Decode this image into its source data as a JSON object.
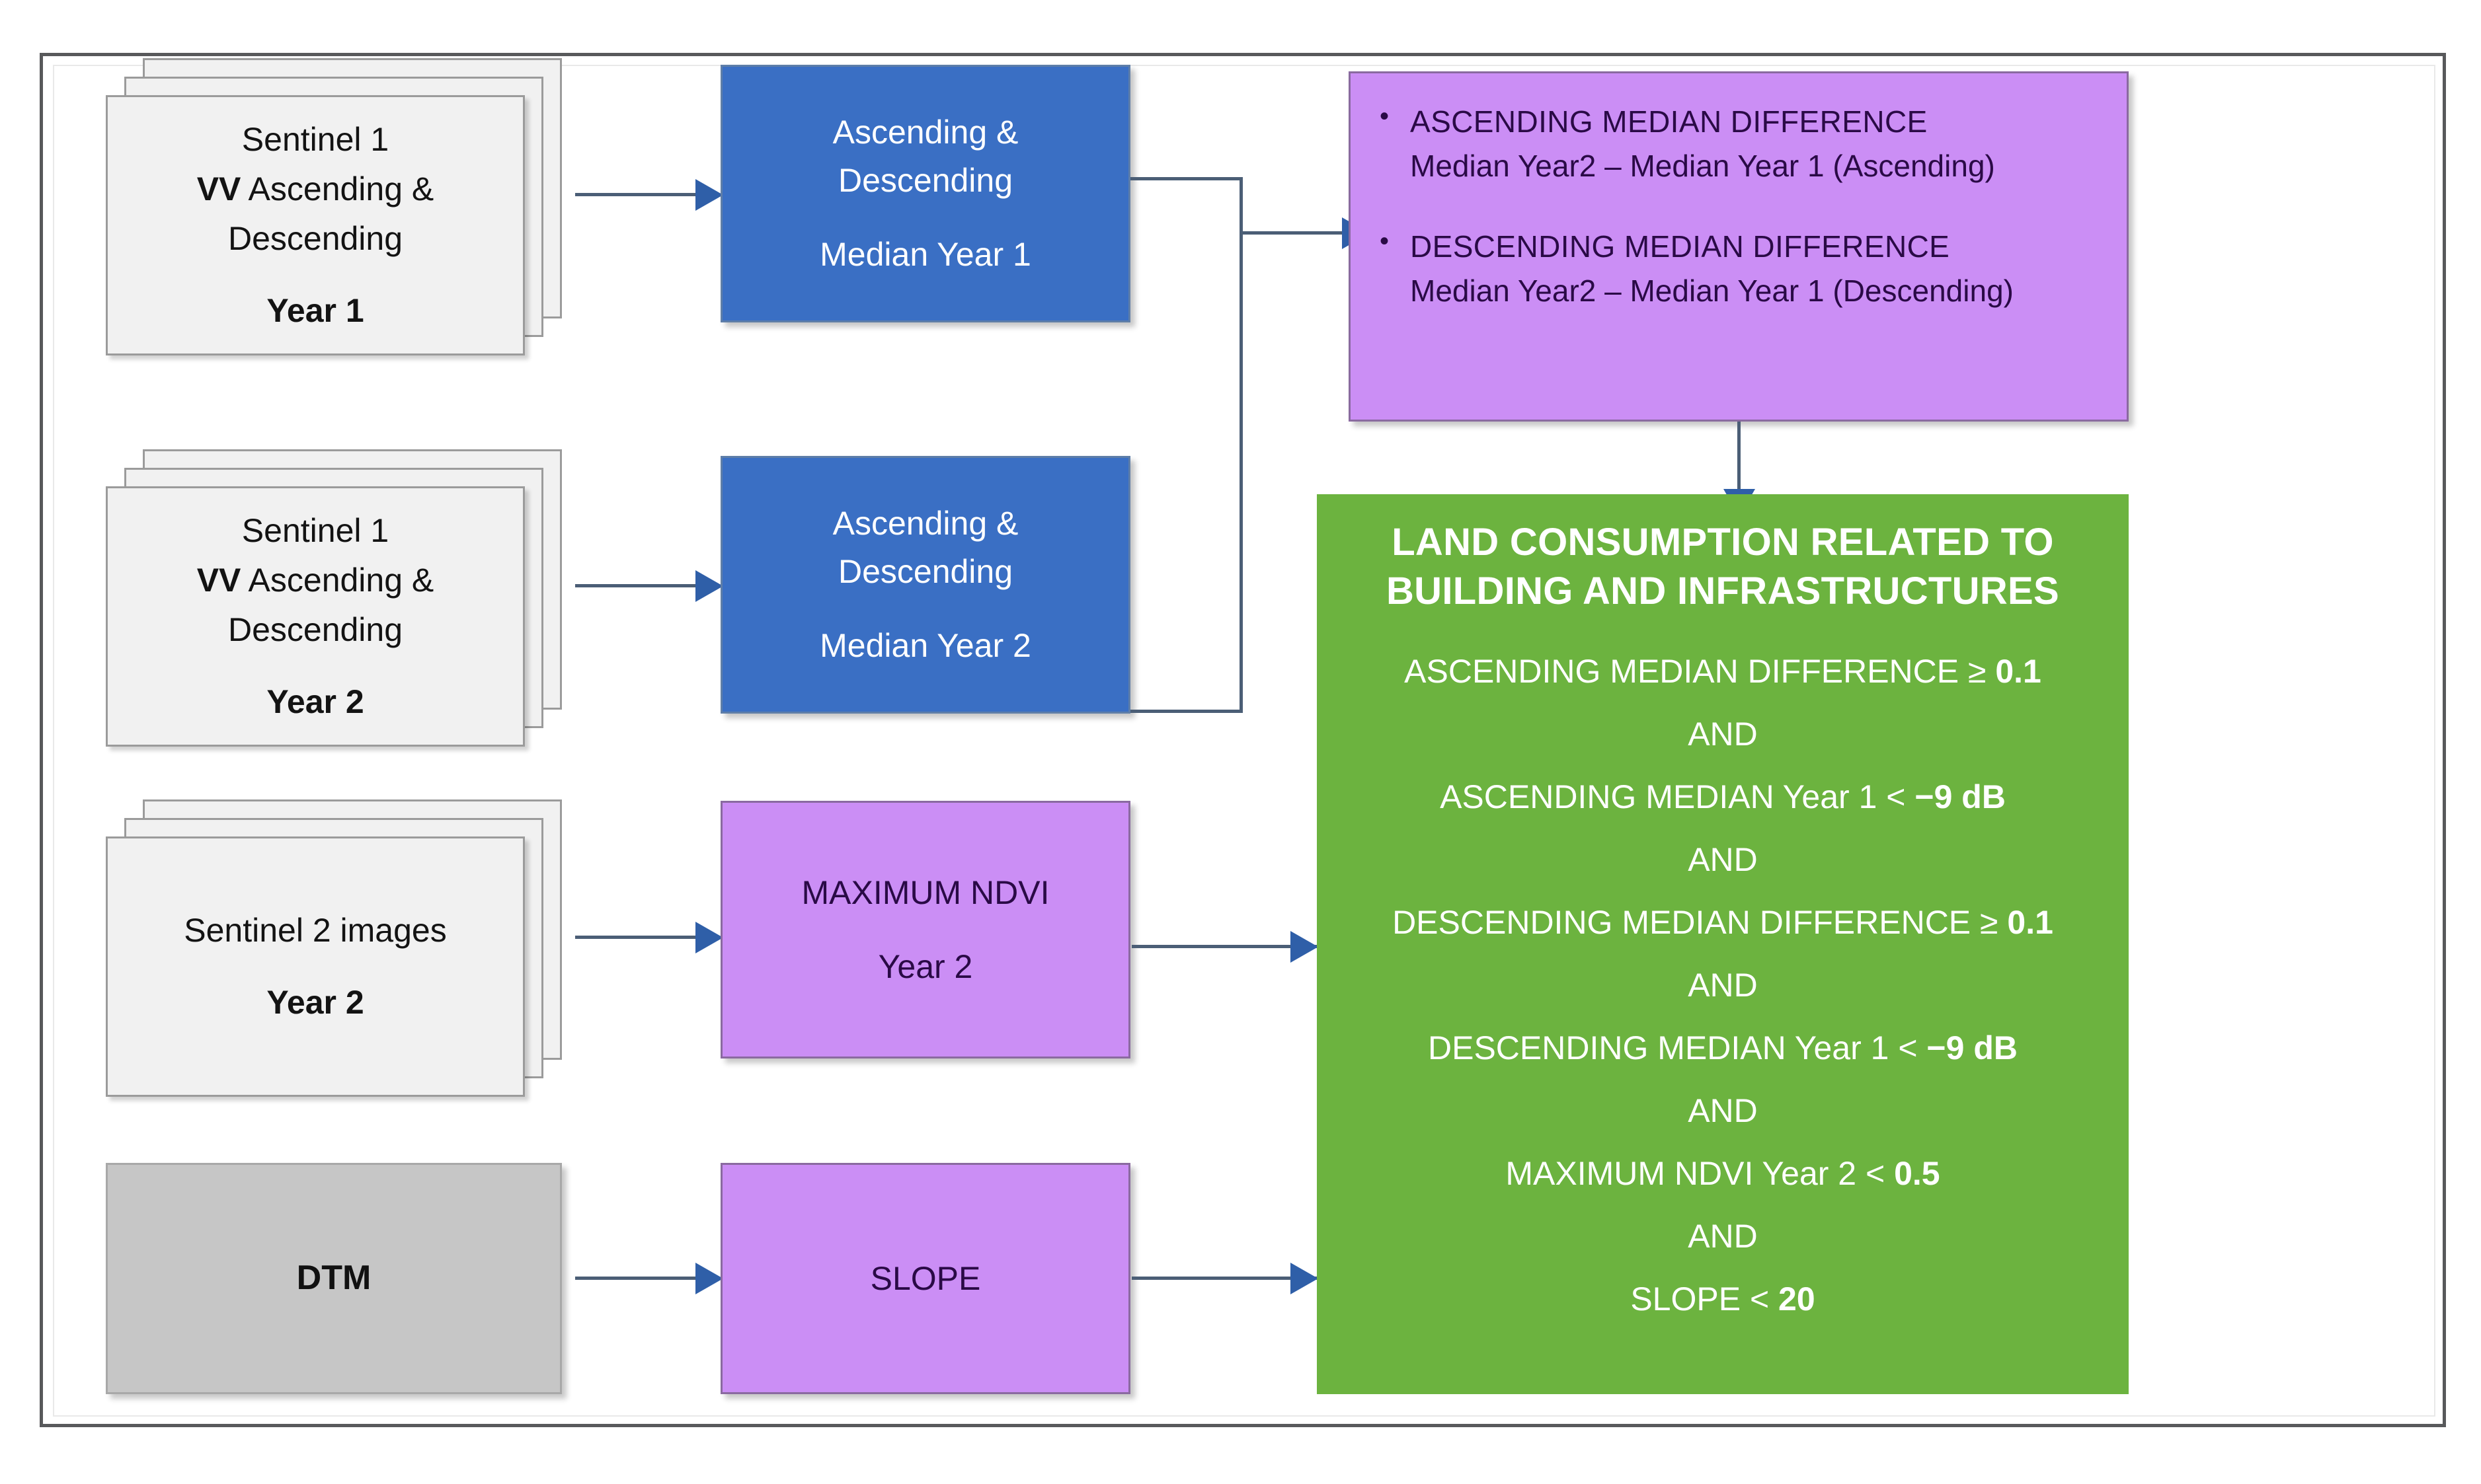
{
  "diagram": {
    "title": "Land consumption methodology flowchart",
    "colors": {
      "frame_border": "#58595b",
      "source_fill": "#f1f1f1",
      "source_border": "#9b9b9b",
      "median_fill": "#3a6fc4",
      "violet_fill": "#cb8ef5",
      "violet_border": "#8a6aa0",
      "dtm_fill": "#c6c6c6",
      "result_fill": "#6cb33f",
      "connector": "#4b5e76",
      "arrowhead": "#2f5fa8"
    }
  },
  "sources": {
    "sentinel1_year1": {
      "line1": "Sentinel 1",
      "line2_bold": "VV",
      "line2_rest": " Ascending  &",
      "line3": "Descending",
      "line4": "Year 1"
    },
    "sentinel1_year2": {
      "line1": "Sentinel 1",
      "line2_bold": "VV",
      "line2_rest": " Ascending  &",
      "line3": "Descending",
      "line4": "Year 2"
    },
    "sentinel2_year2": {
      "line1": "Sentinel 2 images",
      "line4": "Year 2"
    },
    "dtm": {
      "label": "DTM"
    }
  },
  "processes": {
    "median_year1": {
      "line1": "Ascending &",
      "line2": "Descending",
      "line3": "Median Year 1"
    },
    "median_year2": {
      "line1": "Ascending &",
      "line2": "Descending",
      "line3": "Median Year 2"
    },
    "max_ndvi": {
      "line1": "MAXIMUM NDVI",
      "line2": "Year 2"
    },
    "slope": {
      "line1": "SLOPE"
    }
  },
  "difference_panel": {
    "bullets": [
      {
        "marker": "•",
        "line1": "ASCENDING MEDIAN DIFFERENCE",
        "line2": "Median Year2 –  Median Year 1 (Ascending)"
      },
      {
        "marker": "•",
        "line1": " DESCENDING MEDIAN DIFFERENCE",
        "line2": "Median Year2 – Median Year 1 (Descending)"
      }
    ]
  },
  "result_panel": {
    "title_line1": "LAND CONSUMPTION RELATED TO",
    "title_line2": "BUILDING  AND INFRASTRUCTURES",
    "conjunction": "AND",
    "rules": [
      {
        "text": "ASCENDING MEDIAN DIFFERENCE ≥ ",
        "value": "0.1"
      },
      {
        "text": "ASCENDING MEDIAN Year  1 < ",
        "value": "−9 dB"
      },
      {
        "text": "DESCENDING MEDIAN DIFFERENCE ≥ ",
        "value": "0.1"
      },
      {
        "text": "DESCENDING MEDIAN Year  1 < ",
        "value": "−9 dB"
      },
      {
        "text": "MAXIMUM NDVI Year  2 < ",
        "value": "0.5"
      },
      {
        "text": "SLOPE < ",
        "value": "20"
      }
    ]
  }
}
